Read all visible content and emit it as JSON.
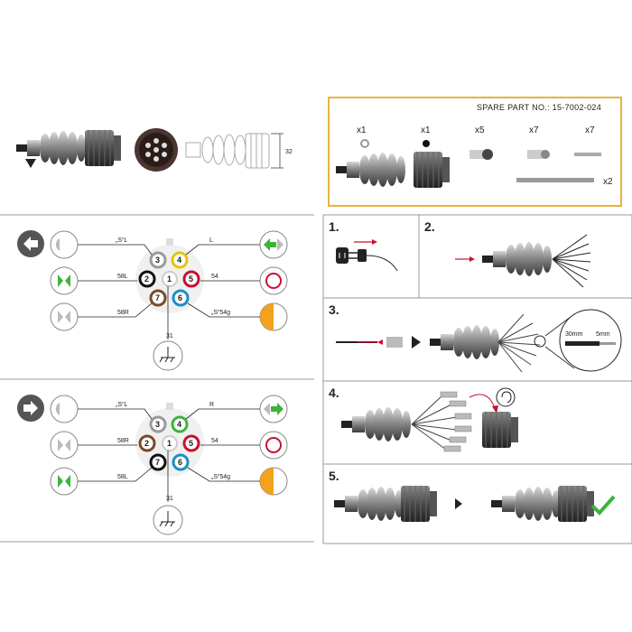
{
  "colors": {
    "spare_border": "#e8b43a",
    "pin_grey": "#9a9a9a",
    "pin_yellow": "#e6c400",
    "pin_black": "#111111",
    "pin_red": "#c8102e",
    "pin_white": "#cccccc",
    "pin_brown": "#7a4a2a",
    "pin_blue": "#1a8fc4",
    "green": "#3cb43c",
    "orange": "#f2a21e",
    "checkmark": "#3cb43c"
  },
  "header": {
    "dimension": "32"
  },
  "spare_parts": {
    "title": "SPARE PART NO.: 15-7002-024",
    "quantities": [
      "x1",
      "x1",
      "x5",
      "x7",
      "x7"
    ],
    "extra_quantity": "x2"
  },
  "wiring_left": {
    "labels": {
      "s_l": "„S“L",
      "l": "L",
      "58l": "58L",
      "54": "54",
      "58r": "58R",
      "s_54g": "„S“54g",
      "31": "31"
    },
    "icons": [
      "arrow-left-icon",
      "fog-light-icon",
      "turn-signal-icon",
      "brake-light-icon",
      "position-light-icon",
      "reverse-light-icon",
      "ground-icon"
    ]
  },
  "wiring_right": {
    "labels": {
      "s_l": "„S“L",
      "r": "R",
      "58r": "58R",
      "54": "54",
      "58l": "58L",
      "s_54g": "„S“54g",
      "31": "31"
    }
  },
  "pins": [
    "1",
    "2",
    "3",
    "4",
    "5",
    "6",
    "7"
  ],
  "steps": {
    "s1": "1.",
    "s2": "2.",
    "s3": "3.",
    "s4": "4.",
    "s5": "5.",
    "strip_30": "30mm",
    "strip_5": "5mm"
  }
}
